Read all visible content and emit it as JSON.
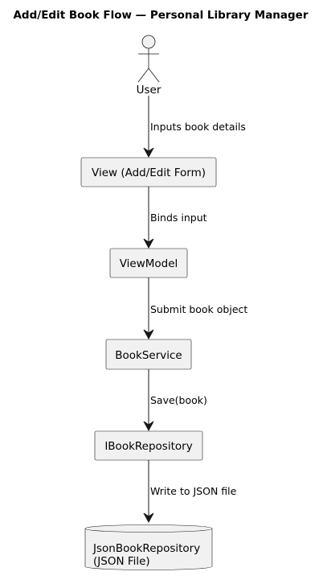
{
  "title": "Add/Edit Book Flow — Personal Library Manager",
  "actor": {
    "label": "User",
    "icon": "stick-figure-actor-icon"
  },
  "nodes": {
    "view": "View (Add/Edit Form)",
    "viewmodel": "ViewModel",
    "bookservice": "BookService",
    "repository": "IBookRepository",
    "database": {
      "line1": "JsonBookRepository",
      "line2": "(JSON File)"
    }
  },
  "edges": {
    "user_to_view": "Inputs book details",
    "view_to_viewmodel": "Binds input",
    "viewmodel_to_service": "Submit book object",
    "service_to_repository": "Save(book)",
    "repository_to_database": "Write to JSON file"
  },
  "colors": {
    "node_fill": "#f1f1f1",
    "stroke": "#181818",
    "text": "#000000",
    "background": "#ffffff"
  }
}
